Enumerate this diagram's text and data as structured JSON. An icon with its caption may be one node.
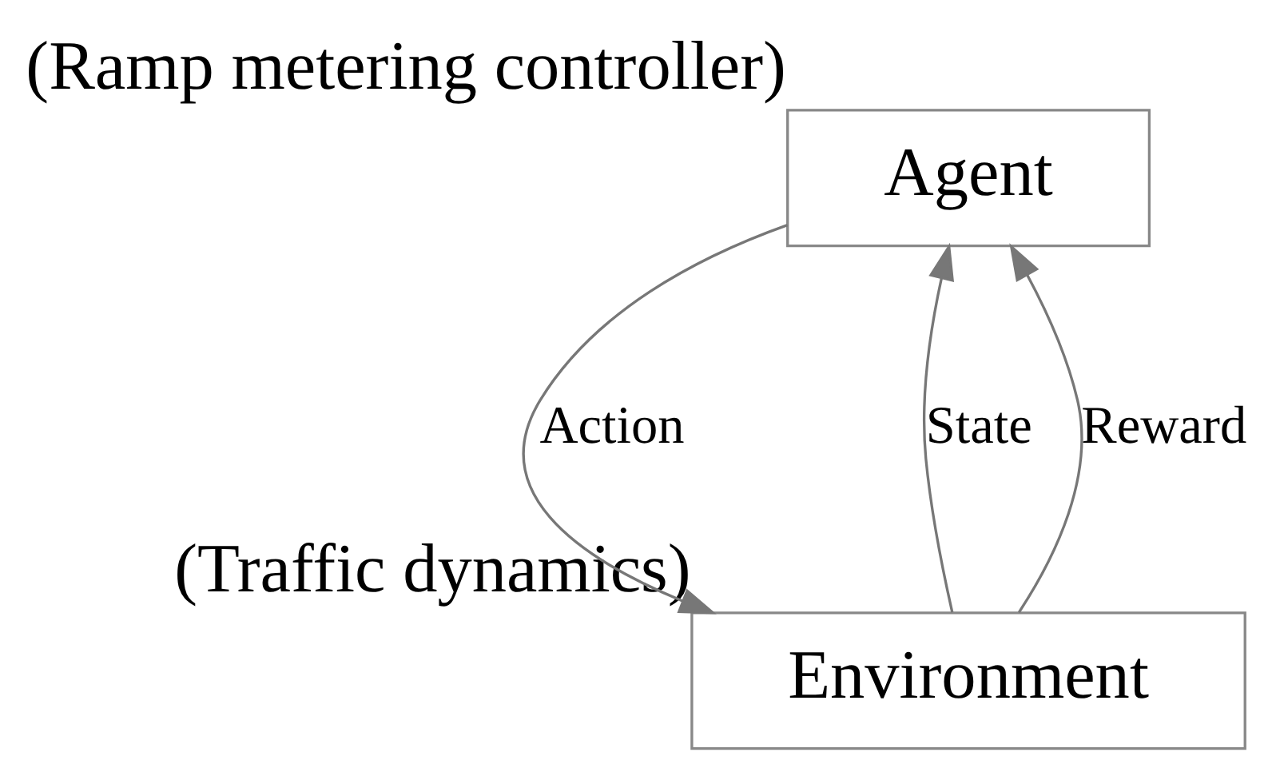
{
  "diagram": {
    "nodes": [
      {
        "text": [
          "Agent"
        ],
        "beside": [
          "(Ramp metering controller)"
        ]
      },
      {
        "text": [
          "Environment"
        ],
        "beside": [
          "(Traffic dynamics)"
        ]
      }
    ],
    "edges": [
      {
        "from": 0,
        "to": 1,
        "arrow": "to",
        "label": "Action"
      },
      {
        "from": 1,
        "to": 0,
        "arrow": "to",
        "label": "State"
      },
      {
        "from": 1,
        "to": 0,
        "arrow": "to",
        "label": "Reward"
      }
    ]
  }
}
